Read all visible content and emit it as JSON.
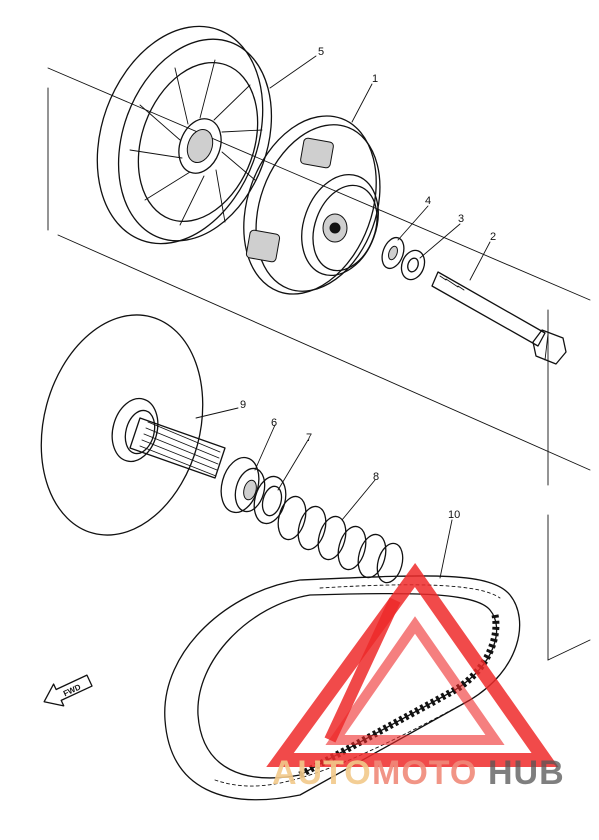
{
  "callouts": [
    {
      "id": "1",
      "label": "1"
    },
    {
      "id": "2",
      "label": "2"
    },
    {
      "id": "3",
      "label": "3"
    },
    {
      "id": "4",
      "label": "4"
    },
    {
      "id": "5",
      "label": "5"
    },
    {
      "id": "6",
      "label": "6"
    },
    {
      "id": "7",
      "label": "7"
    },
    {
      "id": "8",
      "label": "8"
    },
    {
      "id": "9",
      "label": "9"
    },
    {
      "id": "10",
      "label": "10"
    }
  ],
  "front_arrow": {
    "label": "FWD"
  },
  "watermark": {
    "part1": "AUTO",
    "part2": "MOTO",
    "part3": "HUB",
    "color_auto": "#f2c98a",
    "color_moto": "#f08a7a",
    "color_hub": "#555555",
    "logo_color": "#ee2a2a"
  }
}
